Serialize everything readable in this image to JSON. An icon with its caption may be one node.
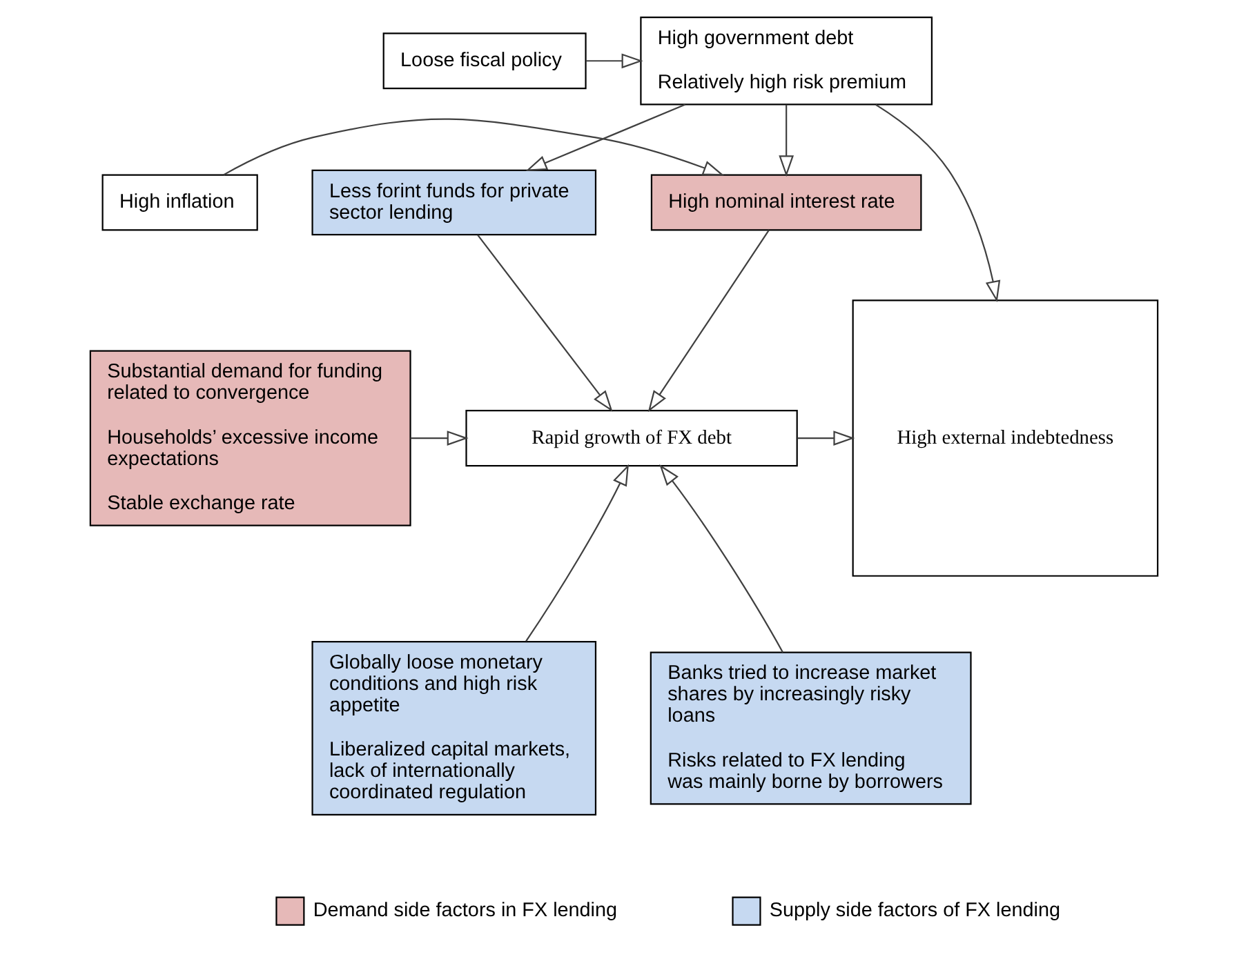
{
  "diagram": {
    "nodes": [
      {
        "text": [
          "Loose fiscal policy"
        ]
      },
      {
        "text": [
          "High government debt",
          "Relatively high risk premium"
        ]
      },
      {
        "text": [
          "High external indebtedness"
        ]
      },
      {
        "text": [
          "High inflation"
        ]
      },
      {
        "text": [
          "High nominal interest rate"
        ]
      },
      {
        "text": [
          "Less forint funds for private sector lending"
        ]
      },
      {
        "text": [
          "Substantial demand for funding related to convergence",
          "Households’ excessive income expectations",
          "Stable exchange rate"
        ]
      },
      {
        "text": [
          "Rapid growth of FX debt"
        ]
      },
      {
        "text": [
          "Globally loose monetary conditions and high risk appetite",
          "Liberalized capital markets, lack of internationally coordinated regulation"
        ]
      },
      {
        "text": [
          "Banks tried to increase market shares by increasingly risky loans",
          "Risks related to FX lending was mainly borne by borrowers"
        ]
      }
    ],
    "edges": [
      {
        "from": 0,
        "to": 1,
        "arrow": "to"
      },
      {
        "from": 1,
        "to": 2,
        "arrow": "to"
      },
      {
        "from": 1,
        "to": 4,
        "arrow": "to"
      },
      {
        "from": 1,
        "to": 5,
        "arrow": "to"
      },
      {
        "from": 3,
        "to": 4,
        "arrow": "to"
      },
      {
        "from": 4,
        "to": 7,
        "arrow": "to"
      },
      {
        "from": 5,
        "to": 7,
        "arrow": "to"
      },
      {
        "from": 6,
        "to": 7,
        "arrow": "to"
      },
      {
        "from": 7,
        "to": 2,
        "arrow": "to"
      },
      {
        "from": 8,
        "to": 7,
        "arrow": "to"
      },
      {
        "from": 9,
        "to": 7,
        "arrow": "to"
      }
    ],
    "legend": [
      {
        "text": "Demand side factors in FX lending",
        "color": "#e6b9b8"
      },
      {
        "text": "Supply side factors of FX lending",
        "color": "#c6d9f1"
      }
    ]
  }
}
